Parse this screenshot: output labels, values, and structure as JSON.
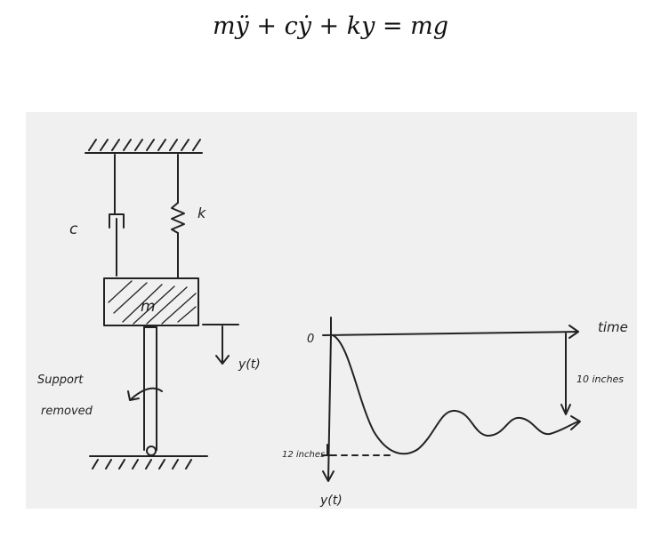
{
  "equation": "mÿ + cẏ + ky = mg",
  "diagram": {
    "labels": {
      "damper": "c",
      "spring": "k",
      "mass": "m",
      "displacement": "y(t)",
      "support_line1": "Support",
      "support_line2": "removed"
    }
  },
  "graph": {
    "origin": "0",
    "x_axis": "time",
    "y_axis": "y(t)",
    "annotation_12": "12 inches",
    "annotation_10": "10 inches"
  }
}
